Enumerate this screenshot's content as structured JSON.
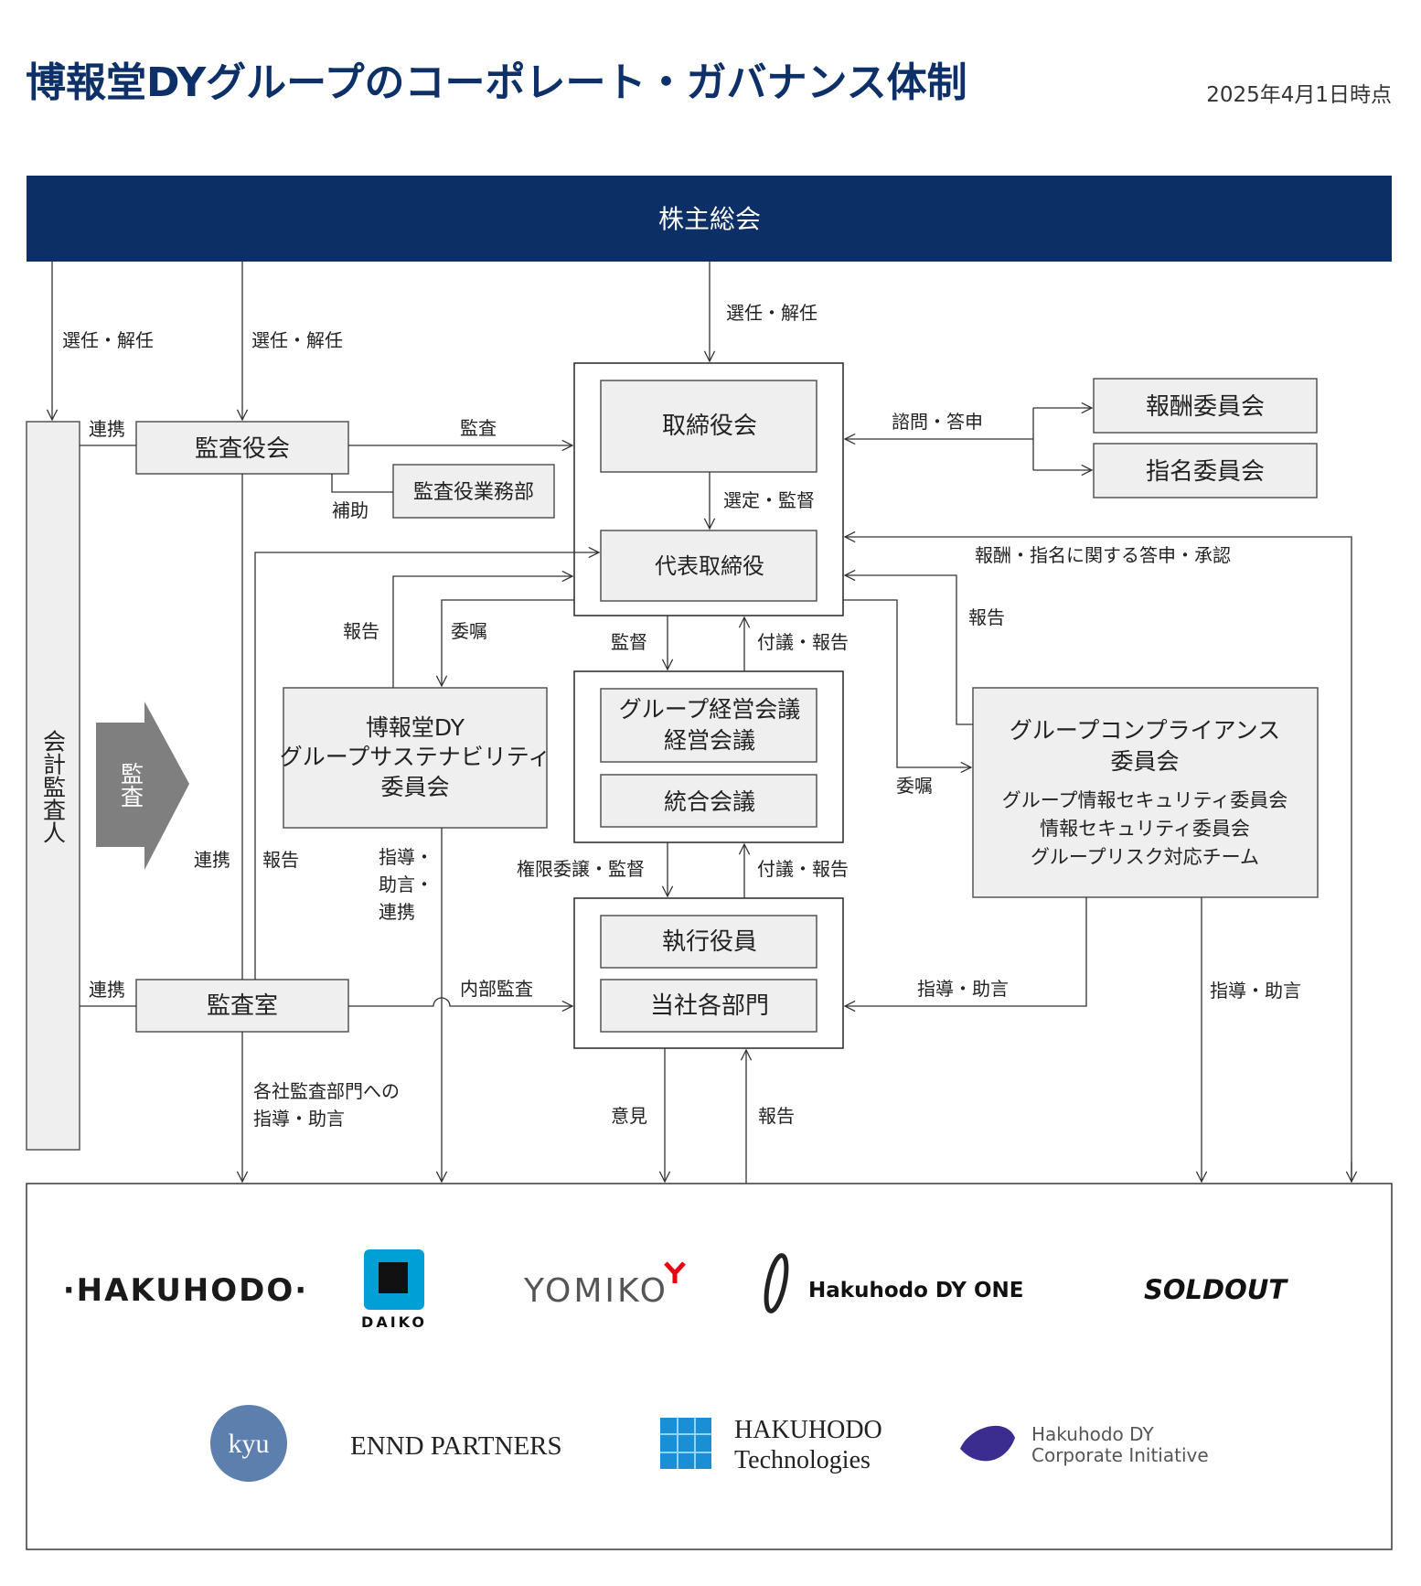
{
  "title": "博報堂DYグループのコーポレート・ガバナンス体制",
  "date": "2025年4月1日時点",
  "colors": {
    "navy": "#0c2f66",
    "box_fill": "#efefef",
    "audit_arrow": "#7f7f7f",
    "line": "#333333"
  },
  "nodes": {
    "shareholders": "株主総会",
    "accounting_auditor": "会計監査人",
    "audit_arrow": "監査",
    "audit_board": "監査役会",
    "audit_board_office": "監査役業務部",
    "board": "取締役会",
    "rep_director": "代表取締役",
    "compensation_committee": "報酬委員会",
    "nomination_committee": "指名委員会",
    "sustainability_committee": [
      "博報堂DY",
      "グループサステナビリティ",
      "委員会"
    ],
    "group_mgmt_meeting": [
      "グループ経営会議",
      "経営会議"
    ],
    "integration_meeting": "統合会議",
    "compliance_committee": [
      "グループコンプライアンス",
      "委員会"
    ],
    "compliance_sub": [
      "グループ情報セキュリティ委員会",
      "情報セキュリティ委員会",
      "グループリスク対応チーム"
    ],
    "executive_officers": "執行役員",
    "departments": "当社各部門",
    "audit_office": "監査室"
  },
  "labels": {
    "elect_dismiss": "選任・解任",
    "cooperation": "連携",
    "audit": "監査",
    "assist": "補助",
    "select_supervise": "選定・監督",
    "consult_report": "諮問・答申",
    "comp_nom_approval": "報酬・指名に関する答申・承認",
    "report": "報告",
    "entrust": "委嘱",
    "supervise": "監督",
    "propose_report": "付議・報告",
    "delegate_supervise": "権限委譲・監督",
    "guide_advise_coop": [
      "指導・",
      "助言・",
      "連携"
    ],
    "internal_audit": "内部監査",
    "guide_advise": "指導・助言",
    "audit_dept_guidance": [
      "各社監査部門への",
      "指導・助言"
    ],
    "opinion": "意見"
  },
  "group_companies": {
    "hakuhodo": "·HAKUHODO·",
    "daiko": "DAIKO",
    "yomiko": "YOMIKO",
    "dyone": "Hakuhodo DY ONE",
    "soldout": "SOLDOUT",
    "kyu": "kyu",
    "ennd": "ENND PARTNERS",
    "tech": [
      "HAKUHODO",
      "Technologies"
    ],
    "hci": [
      "Hakuhodo DY",
      "Corporate Initiative"
    ]
  }
}
